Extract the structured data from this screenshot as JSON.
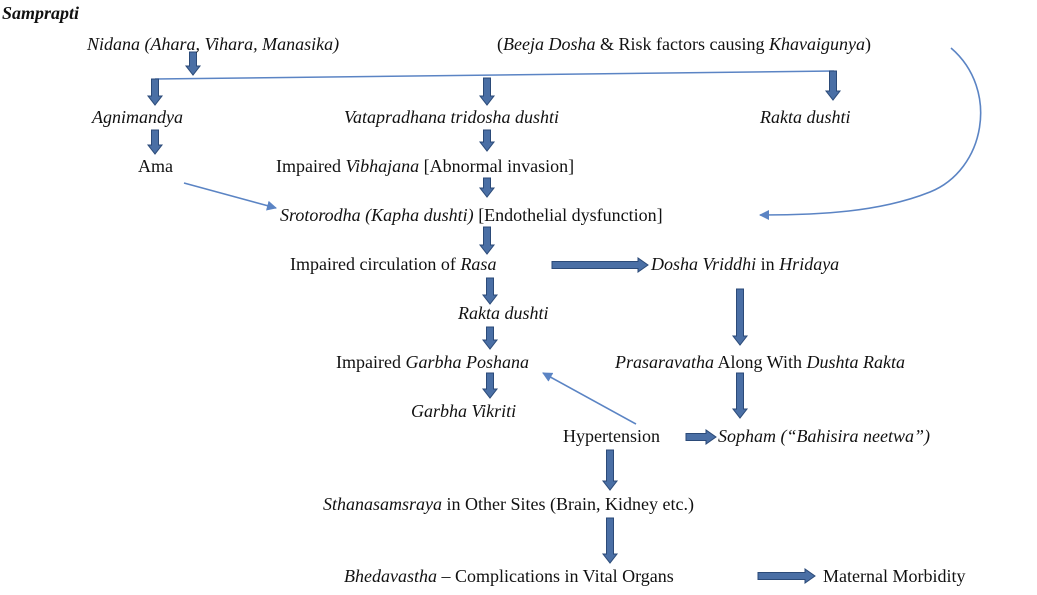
{
  "title": "Samprapti",
  "nodes": [
    {
      "id": "nidana",
      "parts": [
        {
          "t": "Nidana (Ahara, Vihara, Manasika)",
          "i": true
        }
      ]
    },
    {
      "id": "beeja",
      "parts": [
        {
          "t": "(",
          "i": false
        },
        {
          "t": "Beeja Dosha",
          "i": true
        },
        {
          "t": " & Risk factors causing ",
          "i": false
        },
        {
          "t": "Khavaigunya",
          "i": true
        },
        {
          "t": ")",
          "i": false
        }
      ]
    },
    {
      "id": "agnimandya",
      "parts": [
        {
          "t": "Agnimandya",
          "i": true
        }
      ]
    },
    {
      "id": "vatapradhana",
      "parts": [
        {
          "t": "Vatapradhana tridosha dushti",
          "i": true
        }
      ]
    },
    {
      "id": "rakta1",
      "parts": [
        {
          "t": "Rakta dushti",
          "i": true
        }
      ]
    },
    {
      "id": "ama",
      "parts": [
        {
          "t": "Ama",
          "i": false
        }
      ]
    },
    {
      "id": "vibhajana",
      "parts": [
        {
          "t": "Impaired ",
          "i": false
        },
        {
          "t": "Vibhajana",
          "i": true
        },
        {
          "t": " [Abnormal invasion]",
          "i": false
        }
      ]
    },
    {
      "id": "srotorodha",
      "parts": [
        {
          "t": "Srotorodha (Kapha dushti)",
          "i": true
        },
        {
          "t": " [Endothelial dysfunction]",
          "i": false
        }
      ]
    },
    {
      "id": "rasa",
      "parts": [
        {
          "t": "Impaired circulation of ",
          "i": false
        },
        {
          "t": "Rasa",
          "i": true
        }
      ]
    },
    {
      "id": "dosha",
      "parts": [
        {
          "t": "Dosha Vriddhi",
          "i": true
        },
        {
          "t": " in ",
          "i": false
        },
        {
          "t": "Hridaya",
          "i": true
        }
      ]
    },
    {
      "id": "rakta2",
      "parts": [
        {
          "t": "Rakta dushti",
          "i": true
        }
      ]
    },
    {
      "id": "garbhaposhana",
      "parts": [
        {
          "t": "Impaired ",
          "i": false
        },
        {
          "t": "Garbha Poshana",
          "i": true
        }
      ]
    },
    {
      "id": "prasaravatha",
      "parts": [
        {
          "t": "Prasaravatha",
          "i": true
        },
        {
          "t": " Along With ",
          "i": false
        },
        {
          "t": "Dushta Rakta",
          "i": true
        }
      ]
    },
    {
      "id": "garbhavikriti",
      "parts": [
        {
          "t": "Garbha Vikriti",
          "i": true
        }
      ]
    },
    {
      "id": "hypertension",
      "parts": [
        {
          "t": "Hypertension",
          "i": false
        }
      ]
    },
    {
      "id": "sopham",
      "parts": [
        {
          "t": "Sopham (“Bahisira neetwa”)",
          "i": true
        }
      ]
    },
    {
      "id": "sthana",
      "parts": [
        {
          "t": "Sthanasamsraya",
          "i": true
        },
        {
          "t": " in Other Sites (Brain, Kidney etc.)",
          "i": false
        }
      ]
    },
    {
      "id": "bheda",
      "parts": [
        {
          "t": "Bhedavastha",
          "i": true
        },
        {
          "t": " – Complications in Vital Organs",
          "i": false
        }
      ]
    },
    {
      "id": "maternal",
      "parts": [
        {
          "t": "Maternal Morbidity",
          "i": false
        }
      ]
    }
  ],
  "edges": [
    {
      "from": "nidana",
      "to": "branch-line",
      "style": "block-down"
    },
    {
      "from": "branch-line",
      "to": "agnimandya",
      "style": "block-down"
    },
    {
      "from": "branch-line",
      "to": "vatapradhana",
      "style": "block-down"
    },
    {
      "from": "branch-line",
      "to": "rakta1",
      "style": "block-down"
    },
    {
      "from": "agnimandya",
      "to": "ama",
      "style": "block-down"
    },
    {
      "from": "vatapradhana",
      "to": "vibhajana",
      "style": "block-down"
    },
    {
      "from": "vibhajana",
      "to": "srotorodha",
      "style": "block-down"
    },
    {
      "from": "ama",
      "to": "srotorodha",
      "style": "thin"
    },
    {
      "from": "beeja",
      "to": "srotorodha",
      "style": "curve"
    },
    {
      "from": "srotorodha",
      "to": "rasa",
      "style": "block-down"
    },
    {
      "from": "rasa",
      "to": "dosha",
      "style": "block-right"
    },
    {
      "from": "rasa",
      "to": "rakta2",
      "style": "block-down"
    },
    {
      "from": "rakta2",
      "to": "garbhaposhana",
      "style": "block-down"
    },
    {
      "from": "garbhaposhana",
      "to": "garbhavikriti",
      "style": "block-down"
    },
    {
      "from": "dosha",
      "to": "prasaravatha",
      "style": "block-down"
    },
    {
      "from": "prasaravatha",
      "to": "sopham",
      "style": "block-down"
    },
    {
      "from": "hypertension",
      "to": "garbhaposhana",
      "style": "thin"
    },
    {
      "from": "hypertension",
      "to": "sopham",
      "style": "block-right"
    },
    {
      "from": "hypertension",
      "to": "sthana",
      "style": "block-down"
    },
    {
      "from": "sthana",
      "to": "bheda",
      "style": "block-down"
    },
    {
      "from": "bheda",
      "to": "maternal",
      "style": "block-right"
    }
  ],
  "colors": {
    "arrow_fill": "#4a6fa5",
    "arrow_stroke": "#2b4a78",
    "line": "#5b84c4",
    "text": "#111111"
  }
}
